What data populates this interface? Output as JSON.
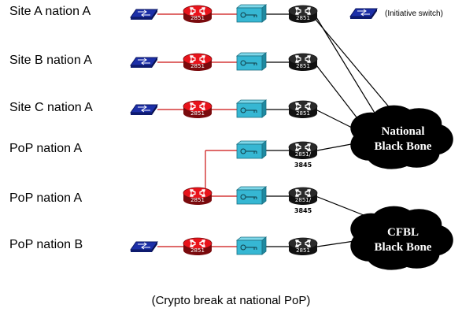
{
  "rows": [
    {
      "label": "Site A nation A"
    },
    {
      "label": "Site B nation A"
    },
    {
      "label": "Site C nation A"
    },
    {
      "label": "PoP nation A"
    },
    {
      "label": "PoP nation A"
    },
    {
      "label": "PoP nation B"
    }
  ],
  "legend": {
    "label": "(Initiative switch)",
    "icon": "switch-icon"
  },
  "devices": {
    "edge_router_model": "2851",
    "core_router_model": "2851",
    "pop_router_model": "2851/",
    "pop_router_submodel": "3845"
  },
  "clouds": [
    {
      "line1": "National",
      "line2": "Black Bone"
    },
    {
      "line1": "CFBL",
      "line2": "Black Bone"
    }
  ],
  "caption": "(Crypto break at national PoP)",
  "colors": {
    "switch": "#1c2fa8",
    "edge_router": "#e8131b",
    "crypto": "#36b7d3",
    "core_router": "#111111",
    "red_link": "#cc1111",
    "black_link": "#000000"
  }
}
